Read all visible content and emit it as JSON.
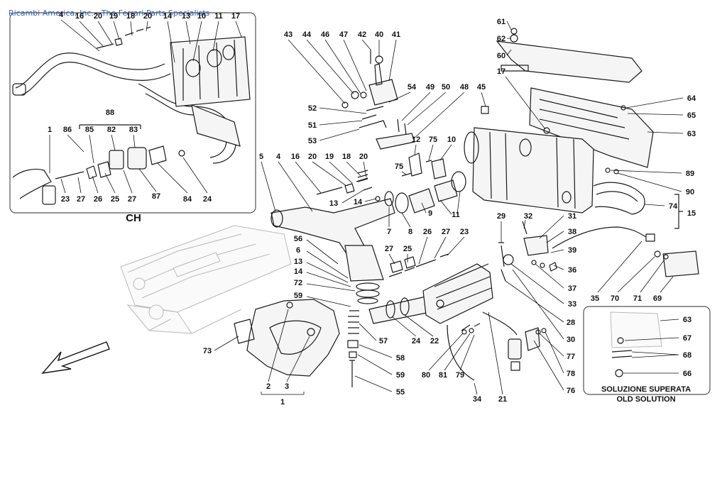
{
  "watermark": "Ricambi America, Inc. - The Ferrari Parts Specialists",
  "inset_label": "CH",
  "old_solution": {
    "line1": "SOLUZIONE SUPERATA",
    "line2": "OLD SOLUTION"
  },
  "callouts": {
    "c1": "4",
    "c2": "16",
    "c3": "20",
    "c4": "19",
    "c5": "18",
    "c6": "20",
    "c7": "14",
    "c8": "13",
    "c9": "10",
    "c10": "11",
    "c11": "17",
    "c12": "88",
    "c13": "1",
    "c14": "86",
    "c15": "85",
    "c16": "82",
    "c17": "83",
    "c18": "23",
    "c19": "27",
    "c20": "26",
    "c21": "25",
    "c22": "27",
    "c23": "87",
    "c24": "84",
    "c25": "24",
    "c26": "43",
    "c27": "44",
    "c28": "46",
    "c29": "47",
    "c30": "42",
    "c31": "40",
    "c32": "41",
    "c33": "61",
    "c34": "62",
    "c35": "60",
    "c36": "54",
    "c37": "49",
    "c38": "50",
    "c39": "48",
    "c40": "45",
    "c41": "17",
    "c42": "64",
    "c43": "65",
    "c44": "63",
    "c45": "52",
    "c46": "51",
    "c47": "53",
    "c48": "12",
    "c49": "75",
    "c50": "10",
    "c51": "75",
    "c52": "5",
    "c53": "4",
    "c54": "16",
    "c55": "20",
    "c56": "19",
    "c57": "18",
    "c58": "20",
    "c59": "89",
    "c60": "90",
    "c61": "74",
    "c62": "15",
    "c63": "13",
    "c64": "14",
    "c65": "9",
    "c66": "11",
    "c67": "7",
    "c68": "8",
    "c69": "29",
    "c70": "32",
    "c71": "31",
    "c72": "38",
    "c73": "39",
    "c74": "36",
    "c75": "37",
    "c76": "33",
    "c77": "56",
    "c78": "6",
    "c79": "13",
    "c80": "14",
    "c81": "72",
    "c82": "59",
    "c83": "26",
    "c84": "27",
    "c85": "23",
    "c86": "27",
    "c87": "25",
    "c88": "35",
    "c89": "70",
    "c90": "71",
    "c91": "69",
    "c92": "57",
    "c93": "24",
    "c94": "22",
    "c95": "58",
    "c96": "59",
    "c97": "55",
    "c98": "73",
    "c99": "2",
    "c100": "3",
    "c101": "1",
    "c102": "80",
    "c103": "81",
    "c104": "79",
    "c105": "34",
    "c106": "21",
    "c107": "28",
    "c108": "30",
    "c109": "77",
    "c110": "78",
    "c111": "76",
    "c112": "63",
    "c113": "67",
    "c114": "68",
    "c115": "66"
  },
  "icons": {
    "direction_arrow": "arrow-down-left-icon"
  }
}
